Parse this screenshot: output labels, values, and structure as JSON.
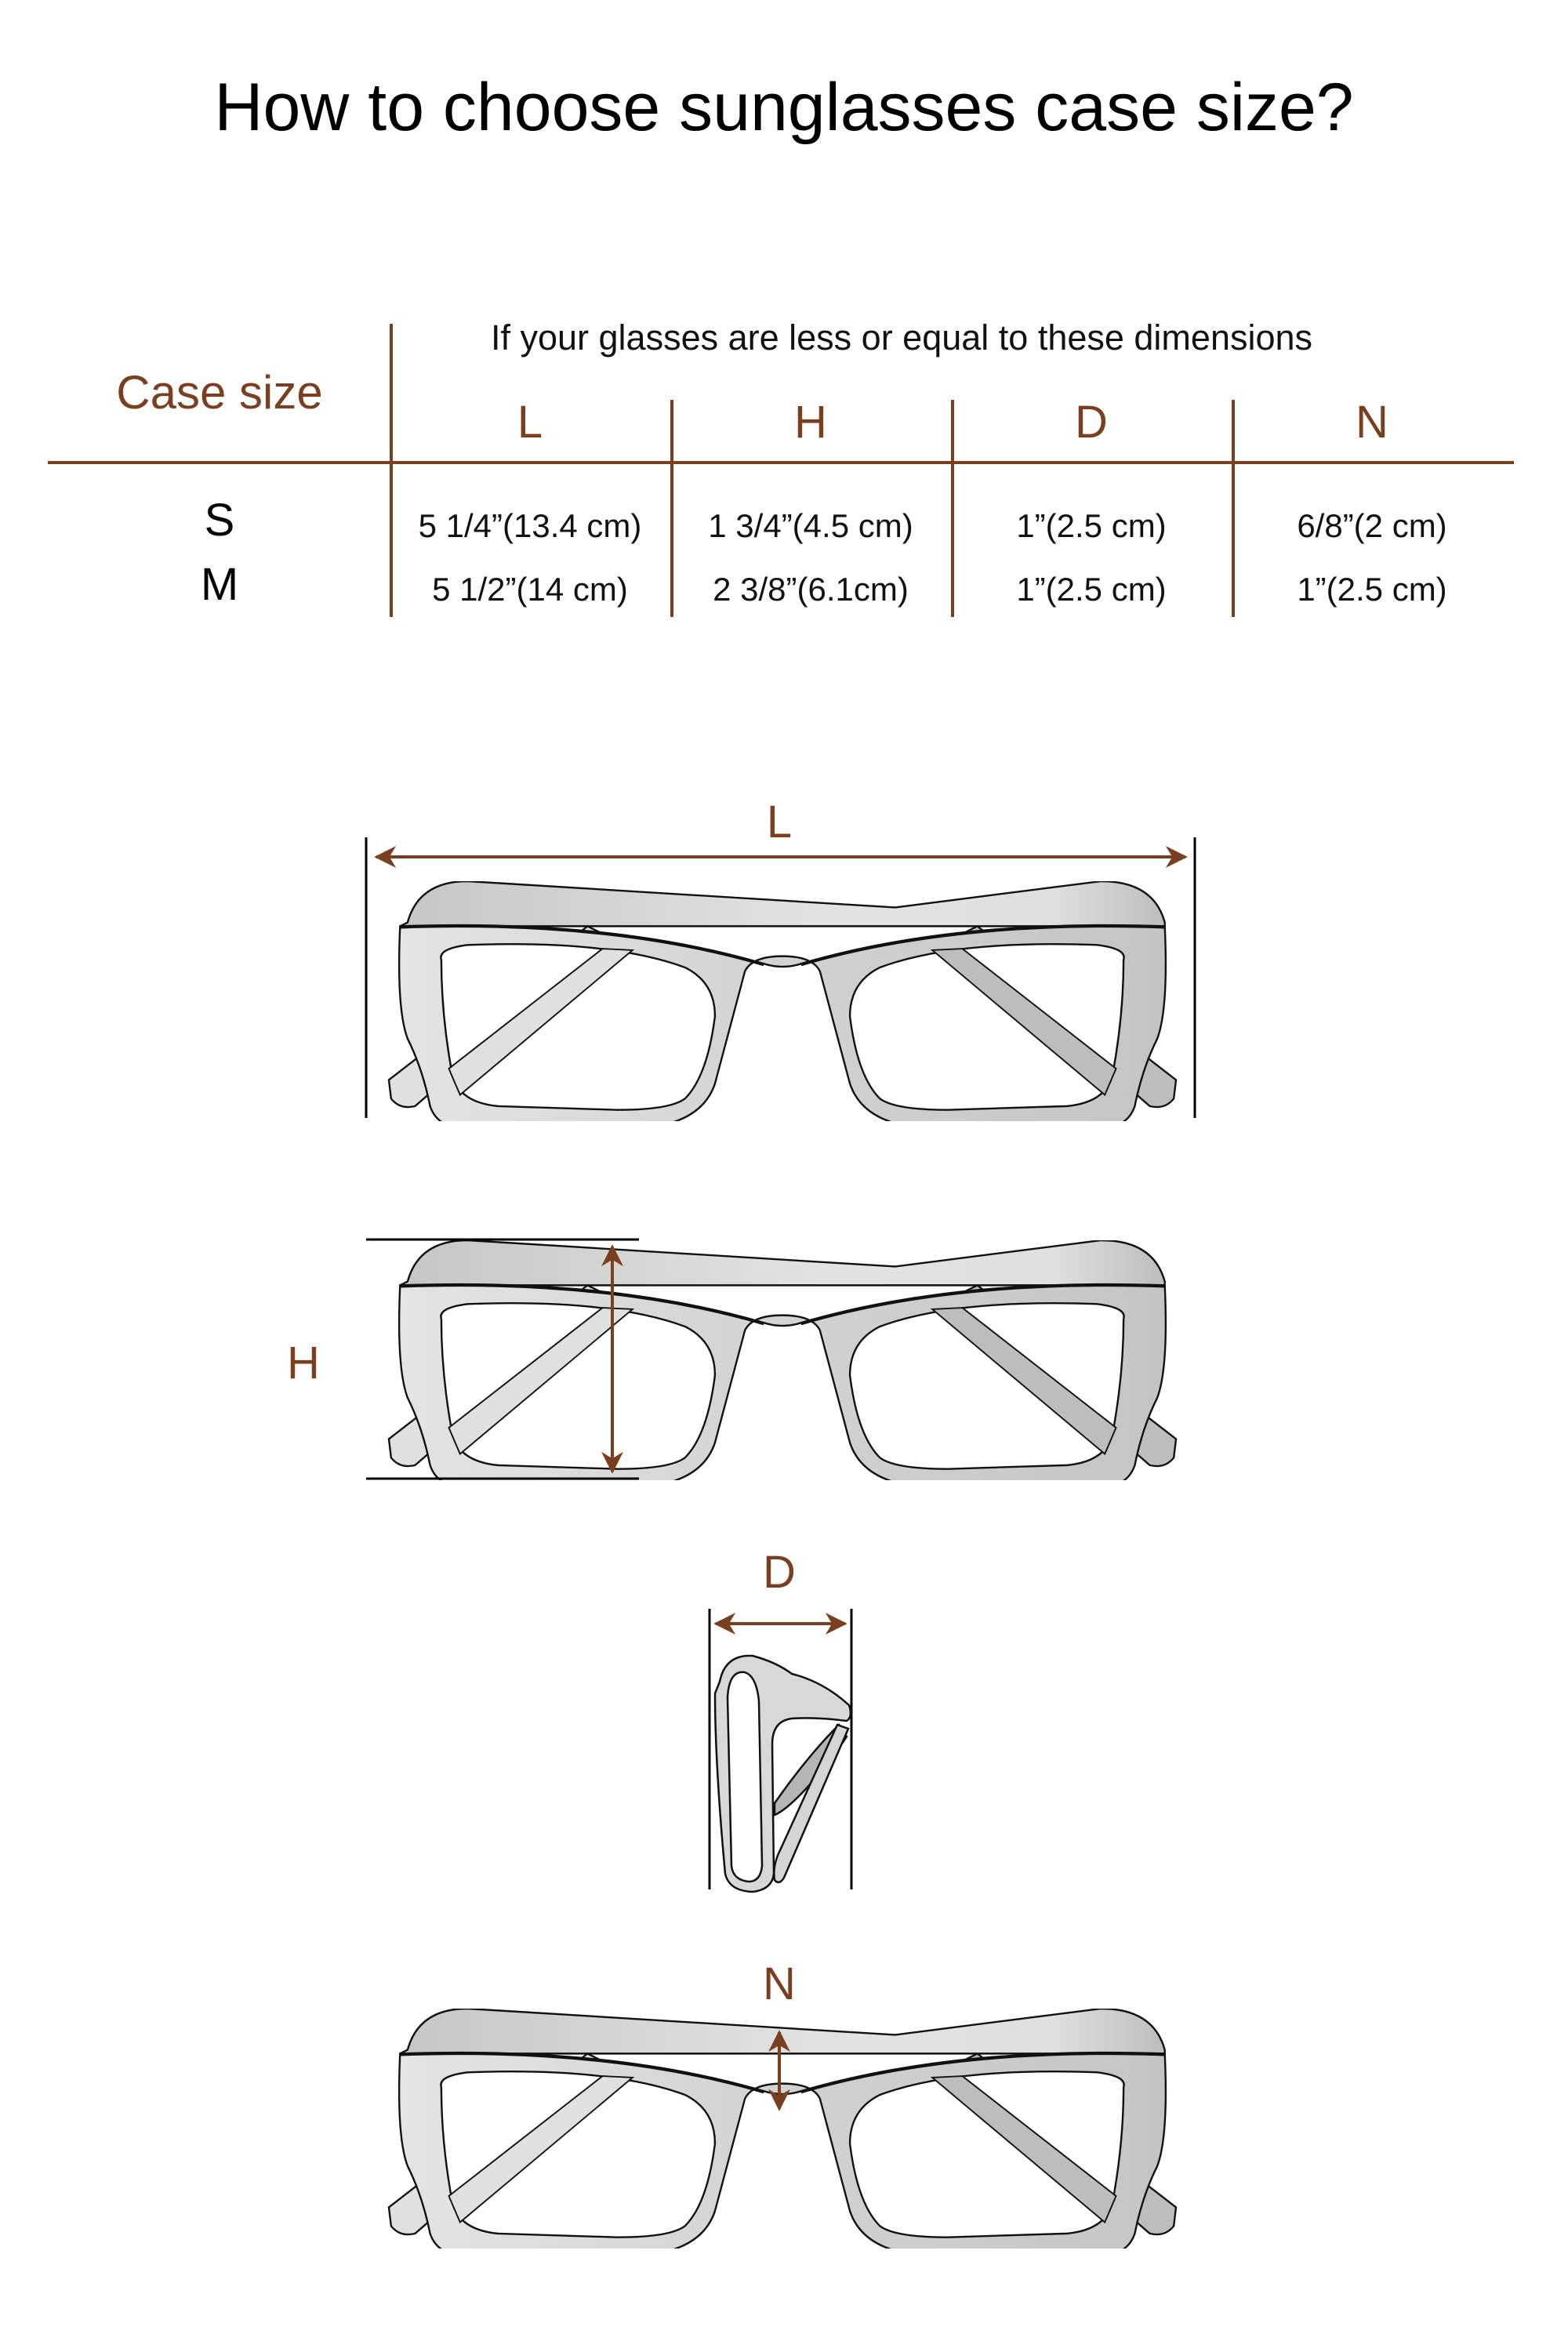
{
  "title": "How to choose sunglasses case size?",
  "table": {
    "row_header": "Case size",
    "group_header": "If your glasses are less or equal to these dimensions",
    "columns": [
      "L",
      "H",
      "D",
      "N"
    ],
    "rows": [
      {
        "size": "S",
        "values": [
          "5 1/4”(13.4 cm)",
          "1 3/4”(4.5 cm)",
          "1”(2.5 cm)",
          "6/8”(2 cm)"
        ]
      },
      {
        "size": "M",
        "values": [
          "5 1/2”(14 cm)",
          "2 3/8”(6.1cm)",
          "1”(2.5 cm)",
          "1”(2.5 cm)"
        ]
      }
    ]
  },
  "figures": {
    "length": {
      "label": "L",
      "icon": "glasses-front-icon"
    },
    "height": {
      "label": "H",
      "icon": "glasses-front-icon"
    },
    "depth": {
      "label": "D",
      "icon": "glasses-folded-side-icon"
    },
    "nose": {
      "label": "N",
      "icon": "glasses-front-icon"
    }
  },
  "colors": {
    "accent_brown": "#7a3f1f",
    "text": "#000000",
    "frame_fill": "#d9d9d9",
    "frame_dark": "#bdbdbd"
  }
}
